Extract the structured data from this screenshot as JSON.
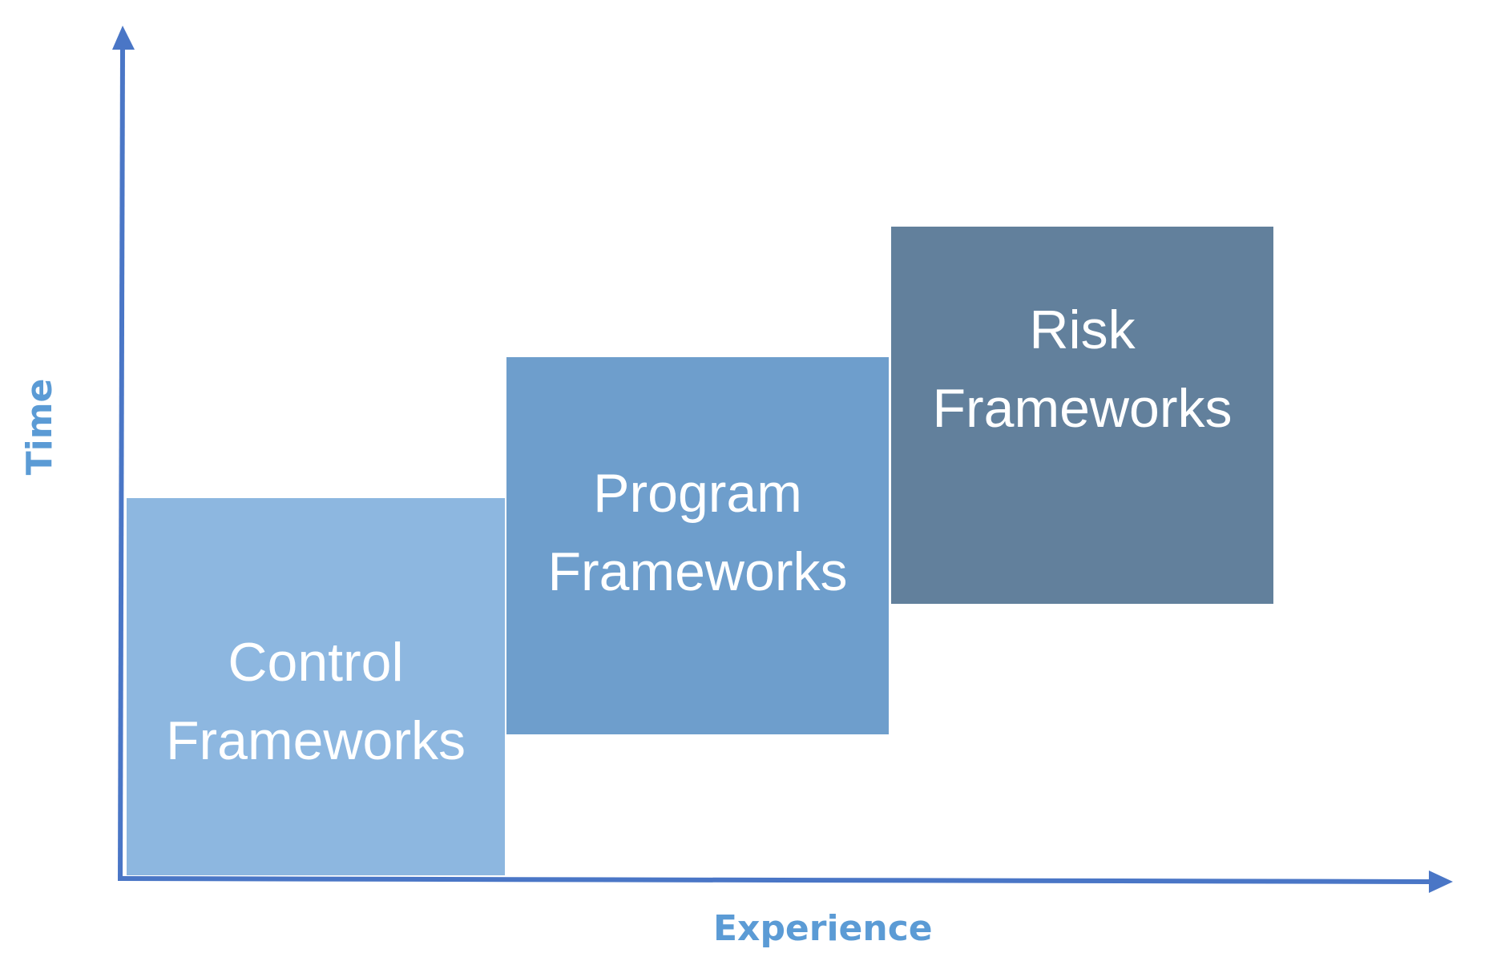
{
  "colors": {
    "axis": "#4a76c6",
    "axis_label": "#5b9bd5",
    "block_text": "#ffffff",
    "control_fill": "#8db7e0",
    "program_fill": "#6e9ecc",
    "risk_fill": "#62809c"
  },
  "axes": {
    "x_label": "Experience",
    "y_label": "Time"
  },
  "blocks": {
    "control": {
      "line1": "Control",
      "line2": "Frameworks"
    },
    "program": {
      "line1": "Program",
      "line2": "Frameworks"
    },
    "risk": {
      "line1": "Risk",
      "line2": "Frameworks"
    }
  }
}
